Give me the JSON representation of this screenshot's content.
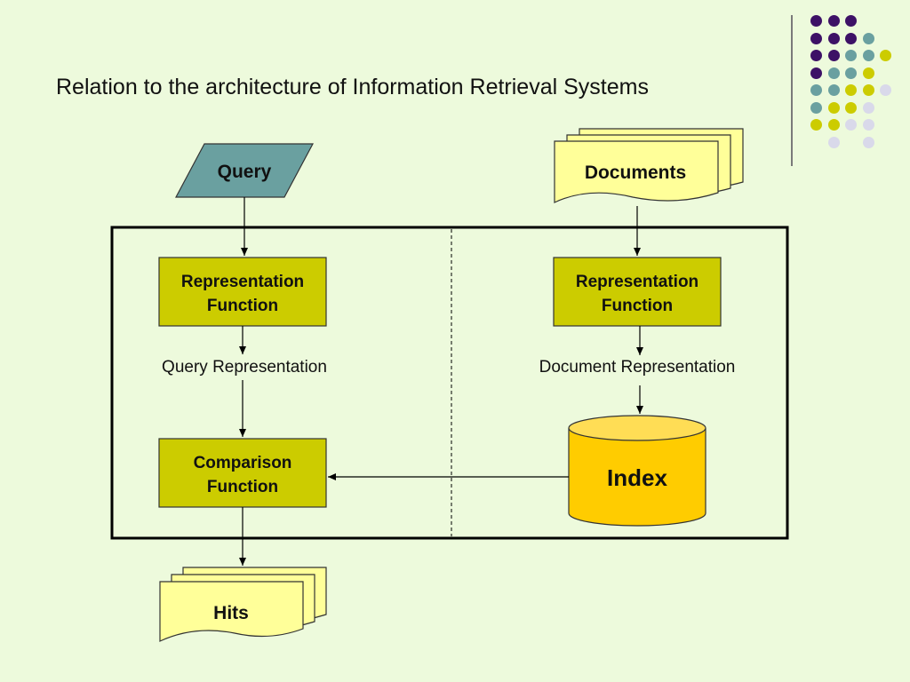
{
  "title": "Relation to the architecture of Information Retrieval Systems",
  "colors": {
    "background": "#edfadc",
    "olive_box": "#cccc00",
    "teal": "#6aa0a0",
    "yellow_doc": "#ffff99",
    "index_fill": "#ffcc00",
    "purple": "#3d1166",
    "lavender": "#d9d9ea"
  },
  "nodes": {
    "query": "Query",
    "documents": "Documents",
    "rep_left": [
      "Representation",
      "Function"
    ],
    "rep_right": [
      "Representation",
      "Function"
    ],
    "query_representation": "Query Representation",
    "document_representation": "Document Representation",
    "comparison": [
      "Comparison",
      "Function"
    ],
    "index": "Index",
    "hits": "Hits"
  }
}
